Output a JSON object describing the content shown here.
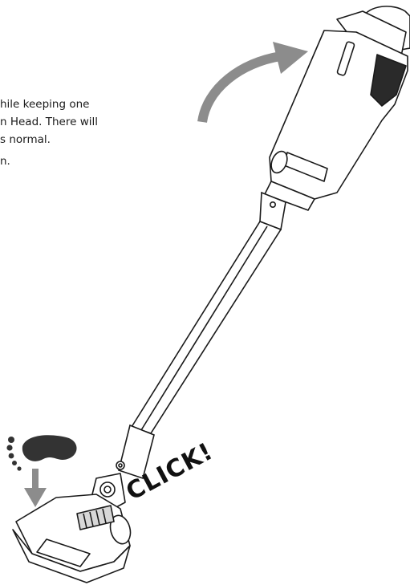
{
  "instructions": {
    "line1": "hile keeping one",
    "line2": "n Head. There will",
    "line3": "s normal.",
    "line4": "n."
  },
  "callout": {
    "click_text": "CLICK!"
  },
  "colors": {
    "line": "#1a1a1a",
    "arrow_gray": "#8c8c8c",
    "foot": "#333333"
  },
  "icons": [
    "curved-arrow-icon",
    "foot-icon",
    "down-arrow-icon"
  ]
}
